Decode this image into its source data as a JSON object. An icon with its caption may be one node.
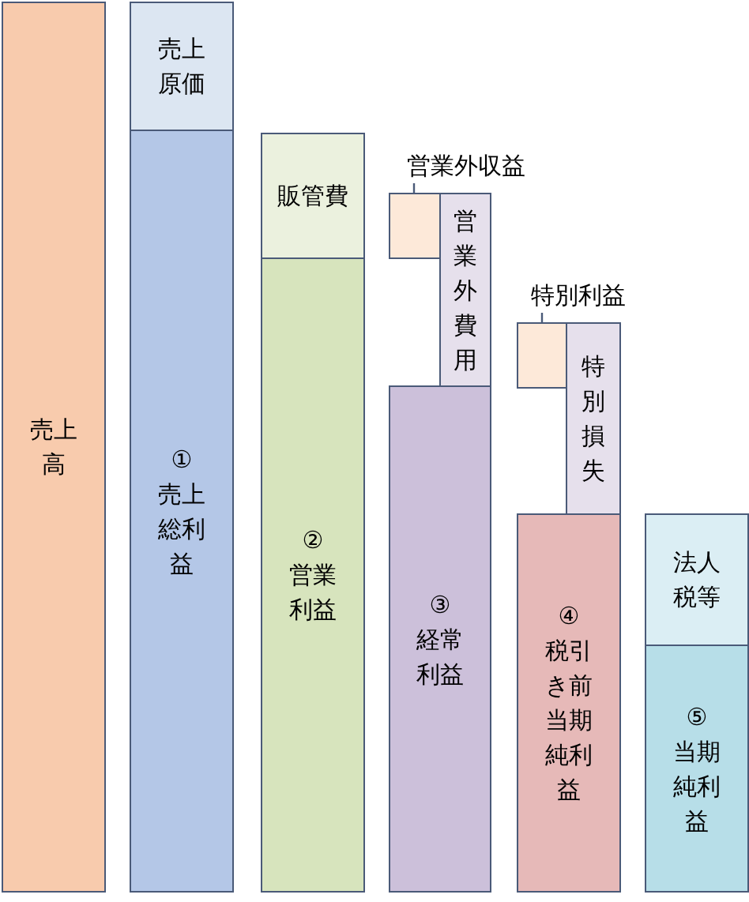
{
  "diagram": {
    "nodes": [
      {
        "text": [
          "売上高"
        ]
      },
      {
        "text": [
          "売上原価"
        ]
      },
      {
        "text": [
          "①",
          "売上総利益"
        ]
      },
      {
        "text": [
          "販管費"
        ]
      },
      {
        "text": [
          "②",
          "営業利益"
        ]
      },
      {
        "text": [
          "営業外収益"
        ]
      },
      {
        "text": [],
        "shape": "box"
      },
      {
        "text": [
          "営業外費用"
        ]
      },
      {
        "text": [
          "③",
          "経常利益"
        ]
      },
      {
        "text": [
          "特別利益"
        ]
      },
      {
        "text": [],
        "shape": "box"
      },
      {
        "text": [
          "特別損失"
        ]
      },
      {
        "text": [
          "④",
          "税引き前当期純利益"
        ]
      },
      {
        "text": [
          "法人税等"
        ]
      },
      {
        "text": [
          "⑤",
          "当期純利益"
        ]
      }
    ],
    "edges": [
      {
        "from": 5,
        "to": 6,
        "arrow": "none"
      },
      {
        "from": 9,
        "to": 10,
        "arrow": "none"
      }
    ]
  }
}
